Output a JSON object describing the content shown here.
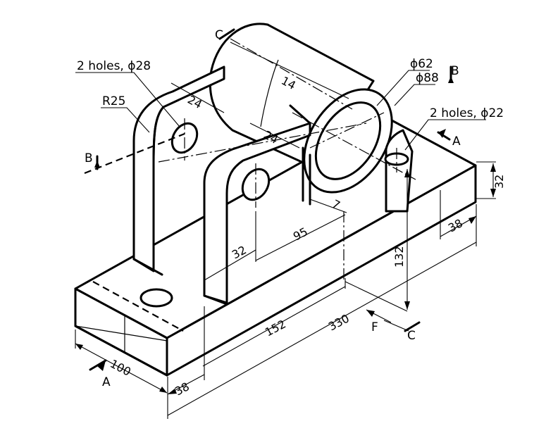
{
  "callouts": {
    "holes_28": "2 holes, ϕ28",
    "radius": "R25",
    "dia_62": "ϕ62",
    "dia_88": "ϕ88",
    "holes_22": "2 holes, ϕ22"
  },
  "dimensions": {
    "d14": "14",
    "d24_top": "24",
    "d24_mid": "24",
    "d7": "7",
    "d95": "95",
    "d32_inner": "32",
    "d32_right": "32",
    "d38_right": "38",
    "d132": "132",
    "d330": "330",
    "d152": "152",
    "d100": "100",
    "d38_bottom": "38"
  },
  "section_marks": {
    "a_top": "A",
    "a_bottom": "A",
    "b_left": "B",
    "b_top": "B",
    "c_top": "C",
    "c_bottom": "C",
    "f_view": "F"
  }
}
